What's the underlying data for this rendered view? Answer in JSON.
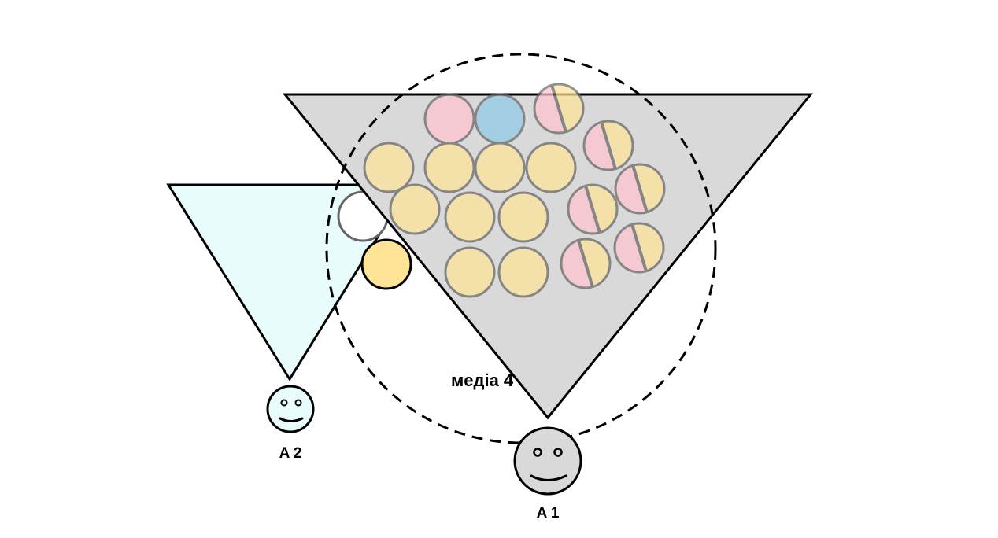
{
  "labels": {
    "media": "медіа 4",
    "agent_1": "A 1",
    "agent_2": "A 2"
  },
  "colors": {
    "big_triangle_fill": "#d9d9d9",
    "small_triangle_fill": "#e8fcfc",
    "outline": "#000000",
    "item_yellow": "#ffe397",
    "item_pink": "#ffc4d0",
    "item_blue": "#8fc9e8",
    "item_white": "#ffffff",
    "item_stroke": "#666666",
    "agent_1_face": "#d9d9d9",
    "agent_2_face": "#e8fcfc"
  },
  "icons": {
    "agent_1": "smiley-face-icon",
    "agent_2": "smiley-face-icon"
  }
}
